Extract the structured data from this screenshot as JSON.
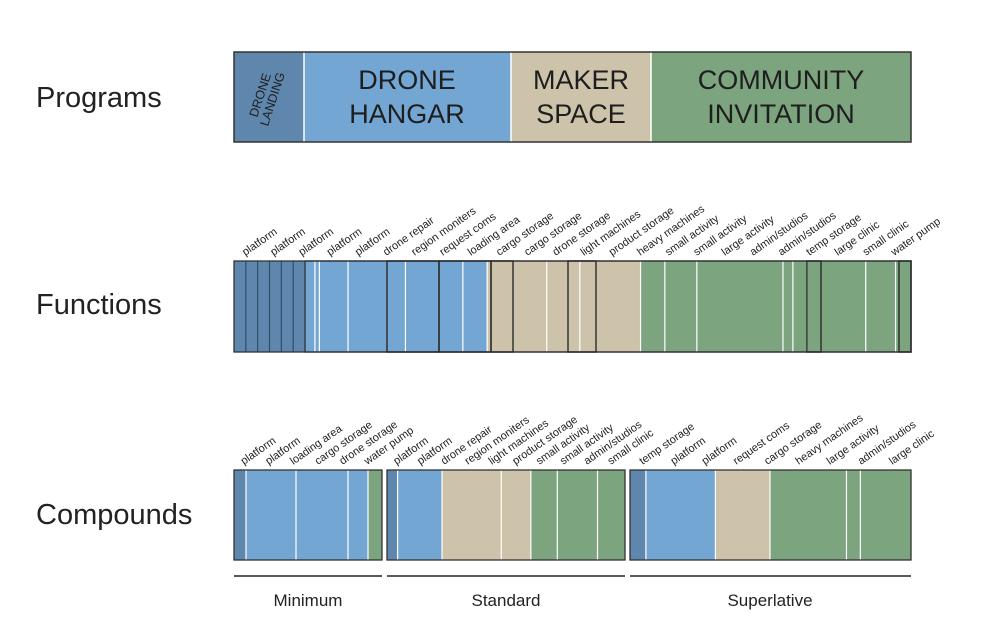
{
  "row_labels": {
    "programs": "Programs",
    "functions": "Functions",
    "compounds": "Compounds"
  },
  "colors": {
    "drone_landing": "#5f87ad",
    "drone_hangar": "#73a6d2",
    "maker_space": "#cdc3aa",
    "community": "#7ca47f",
    "divider_light": "#ffffff",
    "divider_dark": "#2b3a4a"
  },
  "programs": [
    {
      "key": "landing",
      "label_lines": [
        "DRONE",
        "LANDING"
      ],
      "color": "#5f87ad",
      "rotated": true
    },
    {
      "key": "hangar",
      "label_lines": [
        "DRONE",
        "HANGAR"
      ],
      "color": "#73a6d2",
      "rotated": false
    },
    {
      "key": "maker",
      "label_lines": [
        "MAKER",
        "SPACE"
      ],
      "color": "#cdc3aa",
      "rotated": false
    },
    {
      "key": "community",
      "label_lines": [
        "COMMUNITY",
        "INVITATION"
      ],
      "color": "#7ca47f",
      "rotated": false
    }
  ],
  "functions": {
    "segments": [
      {
        "program": "landing",
        "share": 5
      },
      {
        "program": "hangar",
        "share": 9
      },
      {
        "program": "hangar",
        "share": 4
      },
      {
        "program": "hangar",
        "share": 26
      },
      {
        "program": "hangar",
        "share": 52
      },
      {
        "program": "hangar",
        "share": 52
      },
      {
        "program": "hangar",
        "share": 22
      },
      {
        "program": "maker",
        "share": 54
      },
      {
        "program": "maker",
        "share": 30
      },
      {
        "program": "maker",
        "share": 55
      },
      {
        "program": "community",
        "share": 22
      },
      {
        "program": "community",
        "share": 29
      },
      {
        "program": "community",
        "share": 78
      },
      {
        "program": "community",
        "share": 9
      },
      {
        "program": "community",
        "share": 13
      },
      {
        "program": "community",
        "share": 53
      },
      {
        "program": "community",
        "share": 27
      },
      {
        "program": "community",
        "share": 14
      }
    ],
    "labels": [
      "platform",
      "platform",
      "platform",
      "platform",
      "platform",
      "drone repair",
      "region moniters",
      "request coms",
      "loading area",
      "cargo storage",
      "cargo storage",
      "drone storage",
      "light machines",
      "product storage",
      "heavy machines",
      "small activity",
      "small activity",
      "large activity",
      "admin/studios",
      "admin/studios",
      "temp storage",
      "large clinic",
      "small clinic",
      "water pump"
    ]
  },
  "compounds": {
    "groups": [
      {
        "name": "Minimum",
        "labels": [
          "platform",
          "platform",
          "loading area",
          "cargo storage",
          "drone storage",
          "water pump"
        ],
        "segments": [
          {
            "program": "landing",
            "share": 12
          },
          {
            "program": "hangar",
            "share": 50
          },
          {
            "program": "hangar",
            "share": 52
          },
          {
            "program": "hangar",
            "share": 20
          },
          {
            "program": "community",
            "share": 14
          }
        ]
      },
      {
        "name": "Standard",
        "labels": [
          "platform",
          "platform",
          "drone repair",
          "region moniters",
          "light machines",
          "product storage",
          "small activity",
          "small activity",
          "admin/studios",
          "small clinic"
        ],
        "segments": [
          {
            "program": "landing",
            "share": 10
          },
          {
            "program": "hangar",
            "share": 42
          },
          {
            "program": "maker",
            "share": 56
          },
          {
            "program": "maker",
            "share": 28
          },
          {
            "program": "community",
            "share": 25
          },
          {
            "program": "community",
            "share": 38
          },
          {
            "program": "community",
            "share": 26
          }
        ]
      },
      {
        "name": "Superlative",
        "labels": [
          "temp storage",
          "platform",
          "platform",
          "request coms",
          "cargo storage",
          "heavy machines",
          "large activity",
          "admin/studios",
          "large clinic"
        ],
        "segments": [
          {
            "program": "landing",
            "share": 16
          },
          {
            "program": "hangar",
            "share": 70
          },
          {
            "program": "maker",
            "share": 55
          },
          {
            "program": "community",
            "share": 77
          },
          {
            "program": "community",
            "share": 14
          },
          {
            "program": "community",
            "share": 51
          }
        ]
      }
    ]
  }
}
